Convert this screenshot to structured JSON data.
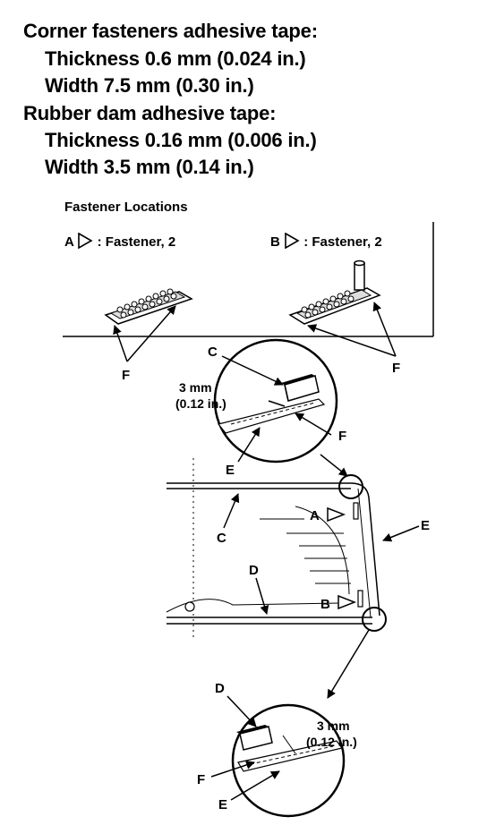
{
  "specs": {
    "corner_heading": "Corner fasteners adhesive tape:",
    "corner_thickness": "Thickness 0.6 mm (0.024 in.)",
    "corner_width": "Width 7.5 mm (0.30 in.)",
    "rubber_heading": "Rubber dam adhesive tape:",
    "rubber_thickness": "Thickness 0.16 mm (0.006 in.)",
    "rubber_width": "Width 3.5 mm (0.14 in.)"
  },
  "diagram": {
    "section_title": "Fastener Locations",
    "fastener_a_letter": "A",
    "fastener_a_text": ": Fastener, 2",
    "fastener_b_letter": "B",
    "fastener_b_text": ": Fastener, 2",
    "callouts": {
      "a": "A",
      "b": "B",
      "c": "C",
      "d": "D",
      "e": "E",
      "f": "F"
    },
    "dimension_mm": "3 mm",
    "dimension_in": "(0.12 in.)"
  }
}
